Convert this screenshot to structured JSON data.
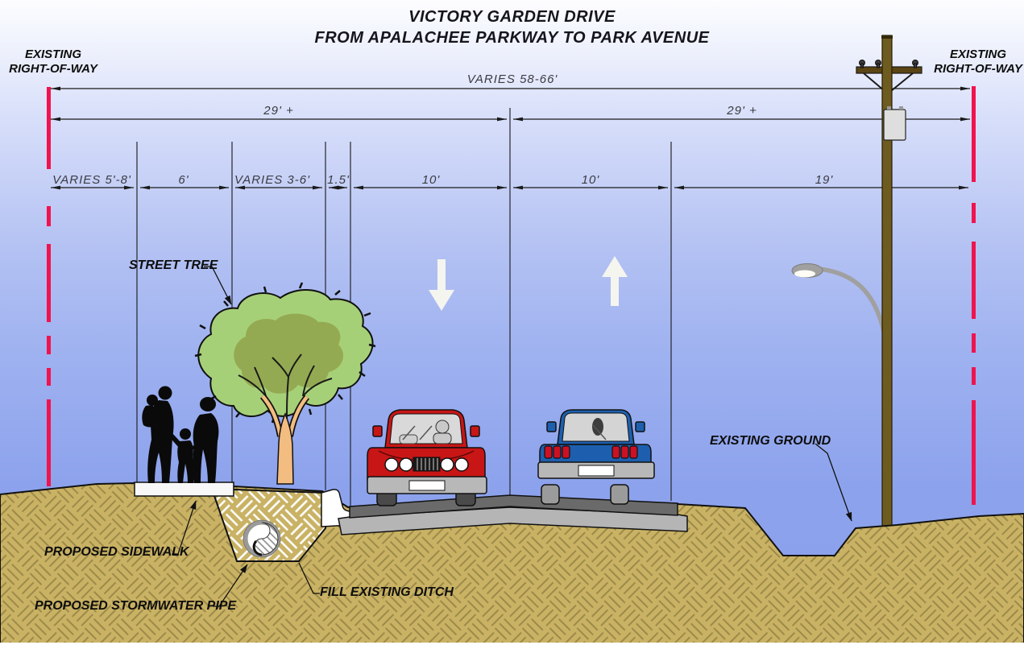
{
  "title": {
    "line1": "VICTORY GARDEN DRIVE",
    "line2": "FROM APALACHEE PARKWAY TO PARK AVENUE"
  },
  "right_of_way": {
    "left_line1": "EXISTING",
    "left_line2": "RIGHT-OF-WAY",
    "right_line1": "EXISTING",
    "right_line2": "RIGHT-OF-WAY"
  },
  "dimensions": {
    "overall": "VARIES 58-66'",
    "left_half": "29' +",
    "right_half": "29' +",
    "segments": [
      "VARIES 5'-8'",
      "6'",
      "VARIES 3-6'",
      "1.5'",
      "10'",
      "10'",
      "19'"
    ]
  },
  "annotations": {
    "street_tree": "STREET TREE",
    "existing_ground": "EXISTING GROUND",
    "proposed_sidewalk": "PROPOSED  SIDEWALK",
    "proposed_stormwater_pipe": "PROPOSED  STORMWATER PIPE",
    "fill_existing_ditch": "FILL EXISTING DITCH"
  },
  "colors": {
    "sky_top": "#fdfdff",
    "sky_bottom": "#8aa0ea",
    "right_of_way_line": "#f0134e",
    "ground": "#c9b264",
    "ground_hatch": "#9c8a49",
    "fill_hatch": "#ffffff",
    "road_asphalt": "#6a6a6a",
    "road_base": "#b5b5b5",
    "sidewalk": "#f8f8f8",
    "tree_canopy": "#a6d077",
    "tree_canopy_inner": "#94aa52",
    "tree_trunk": "#f3bc80",
    "car_red": "#c81616",
    "car_blue": "#1d5fae",
    "pole": "#6e5b1f",
    "crossarm": "#5a4413",
    "light_fixture": "#a0a0a0",
    "traffic_arrow": "#f5f5ef",
    "people": "#0a0a0a",
    "dimension_line": "#1a1a1a"
  }
}
